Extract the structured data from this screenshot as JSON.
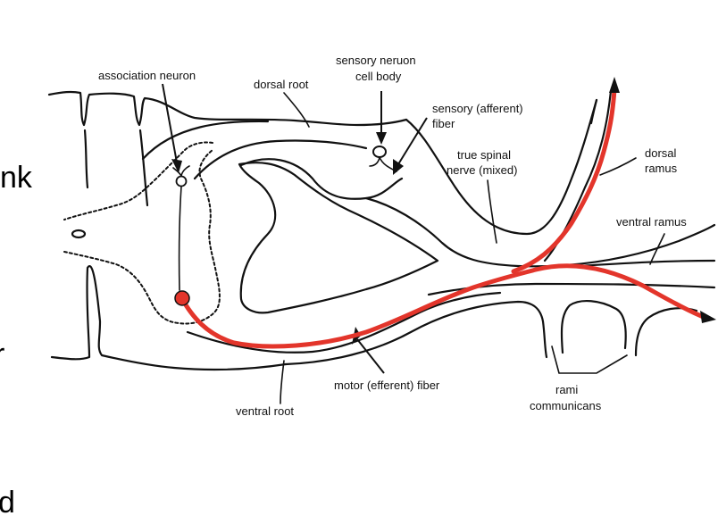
{
  "labels": {
    "association_neuron": "association neuron",
    "dorsal_root": "dorsal root",
    "sensory_cell_body_line1": "sensory neruon",
    "sensory_cell_body_line2": "cell body",
    "sensory_fiber_line1": "sensory (afferent)",
    "sensory_fiber_line2": "fiber",
    "true_spinal_line1": "true spinal",
    "true_spinal_line2": "nerve (mixed)",
    "dorsal_ramus_line1": "dorsal",
    "dorsal_ramus_line2": "ramus",
    "ventral_ramus": "ventral ramus",
    "motor_fiber": "motor (efferent) fiber",
    "rami_line1": "rami",
    "rami_line2": "communicans",
    "ventral_root": "ventral root"
  },
  "edge_text": {
    "line1": "nk",
    "line2": "r",
    "line3": "d"
  },
  "colors": {
    "motor_pathway": "#e3352b",
    "ink": "#111111"
  }
}
